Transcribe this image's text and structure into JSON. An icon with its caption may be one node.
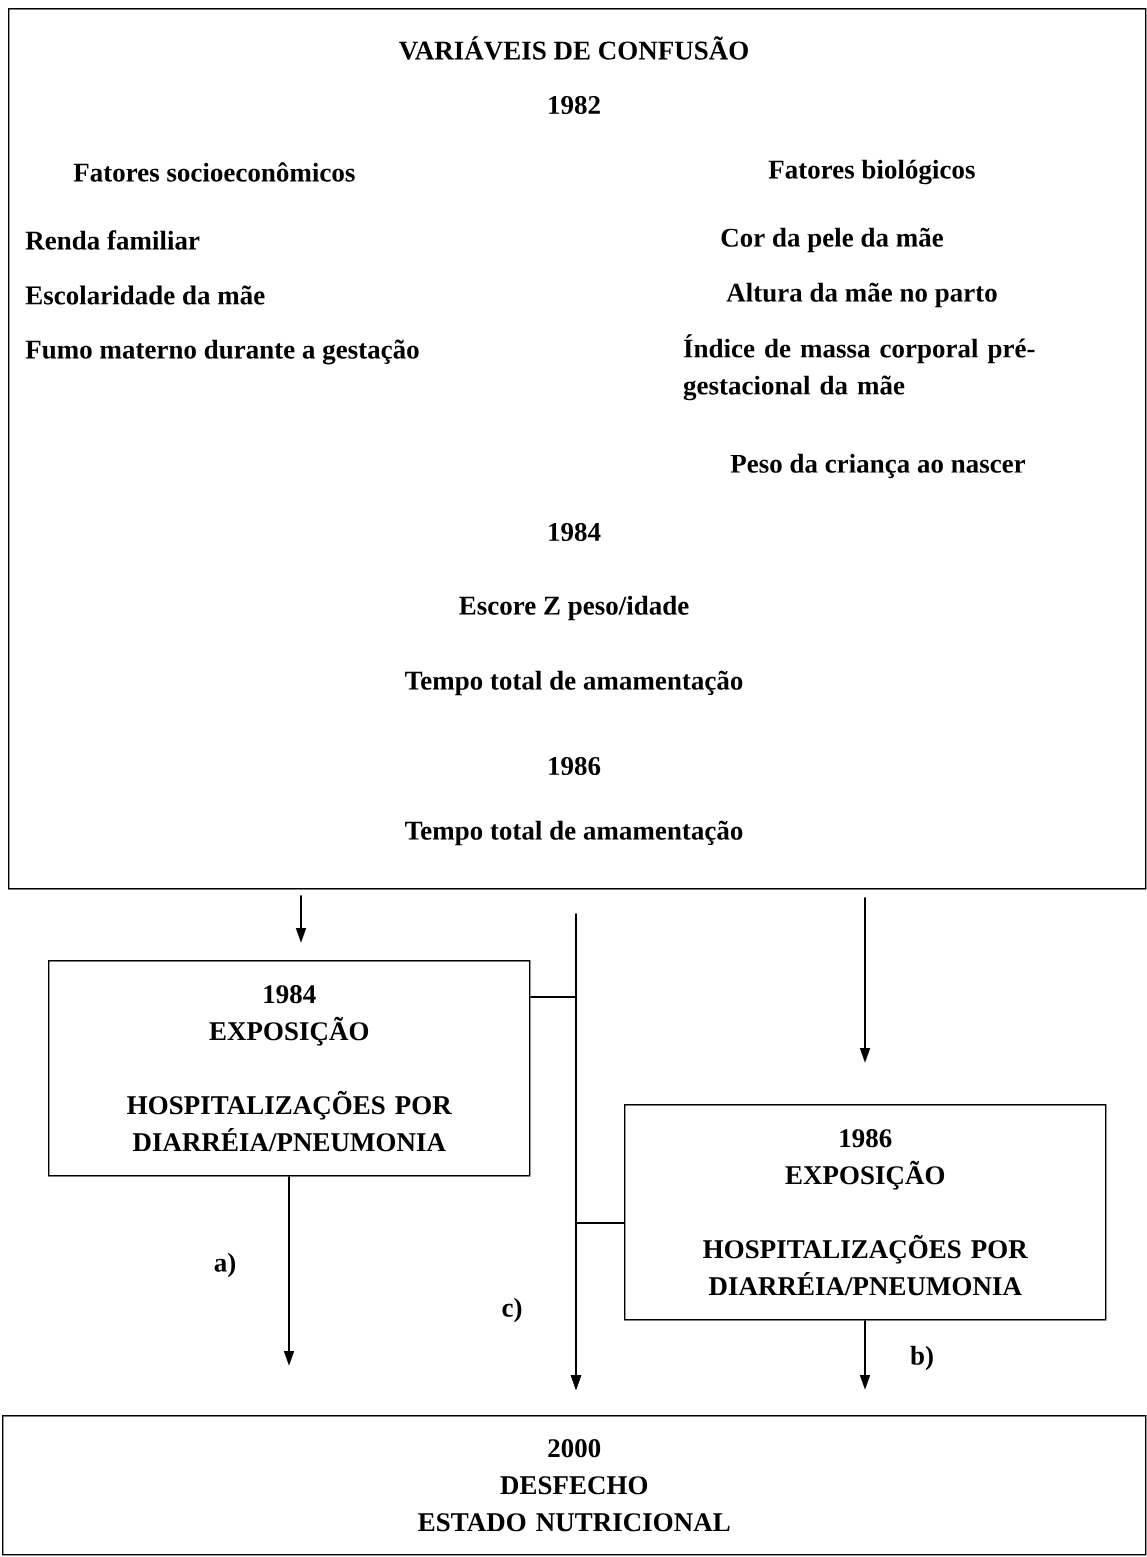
{
  "diagram": {
    "nodes": [
      {
        "text": [
          "VARIÁVEIS DE CONFUSÃO",
          "1982",
          "Fatores socioeconômicos",
          "Fatores biológicos",
          "Renda familiar",
          "Cor da pele da mãe",
          "Escolaridade da mãe",
          "Altura da mãe no parto",
          "Fumo materno durante a gestação",
          "Índice de massa corporal pré-gestacional da mãe",
          "Peso da criança ao nascer",
          "1984",
          "Escore Z peso/idade",
          "Tempo total de amamentação",
          "1986",
          "Tempo total de amamentação"
        ]
      },
      {
        "text": [
          "1984",
          "EXPOSIÇÃO",
          "HOSPITALIZAÇÕES POR DIARRÉIA/PNEUMONIA"
        ]
      },
      {
        "text": [
          "1986",
          "EXPOSIÇÃO",
          "HOSPITALIZAÇÕES POR DIARRÉIA/PNEUMONIA"
        ]
      },
      {
        "text": [
          "2000",
          "DESFECHO",
          "ESTADO NUTRICIONAL"
        ]
      }
    ],
    "edges": [
      {
        "from": 0,
        "to": 1,
        "arrow": "to"
      },
      {
        "from": 0,
        "to": 2,
        "arrow": "to"
      },
      {
        "from": 1,
        "to": 3,
        "arrow": "to",
        "label": "a)"
      },
      {
        "from": 2,
        "to": 3,
        "arrow": "to",
        "label": "b)"
      },
      {
        "from": 0,
        "to": 3,
        "arrow": "to",
        "label": "c)"
      },
      {
        "from": 1,
        "to": 3,
        "arrow": "to"
      },
      {
        "from": 2,
        "to": 3,
        "arrow": "to"
      }
    ]
  }
}
